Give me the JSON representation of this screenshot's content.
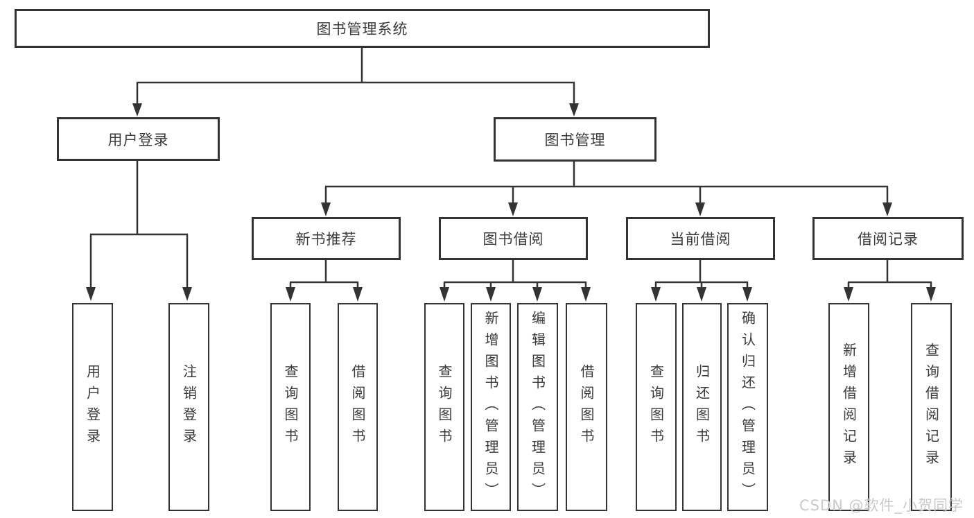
{
  "diagram": {
    "title": "图书管理系统",
    "root": {
      "label": "图书管理系统"
    },
    "branches": [
      {
        "label": "用户登录",
        "children": [
          {
            "label": "用户登录"
          },
          {
            "label": "注销登录"
          }
        ]
      },
      {
        "label": "图书管理",
        "children": [
          {
            "label": "新书推荐",
            "children": [
              {
                "label": "查询图书"
              },
              {
                "label": "借阅图书"
              }
            ]
          },
          {
            "label": "图书借阅",
            "children": [
              {
                "label": "查询图书"
              },
              {
                "label": "新增图书（管理员）"
              },
              {
                "label": "编辑图书（管理员）"
              },
              {
                "label": "借阅图书"
              }
            ]
          },
          {
            "label": "当前借阅",
            "children": [
              {
                "label": "查询图书"
              },
              {
                "label": "归还图书"
              },
              {
                "label": "确认归还（管理员）"
              }
            ]
          },
          {
            "label": "借阅记录",
            "children": [
              {
                "label": "新增借阅记录"
              },
              {
                "label": "查询借阅记录"
              }
            ]
          }
        ]
      }
    ]
  },
  "watermark": {
    "text": "CSDN @软件_小贺同学"
  },
  "colors": {
    "line": "#333333",
    "text": "#3a3a3a",
    "watermark": "#c9c9c9",
    "background": "#ffffff"
  }
}
